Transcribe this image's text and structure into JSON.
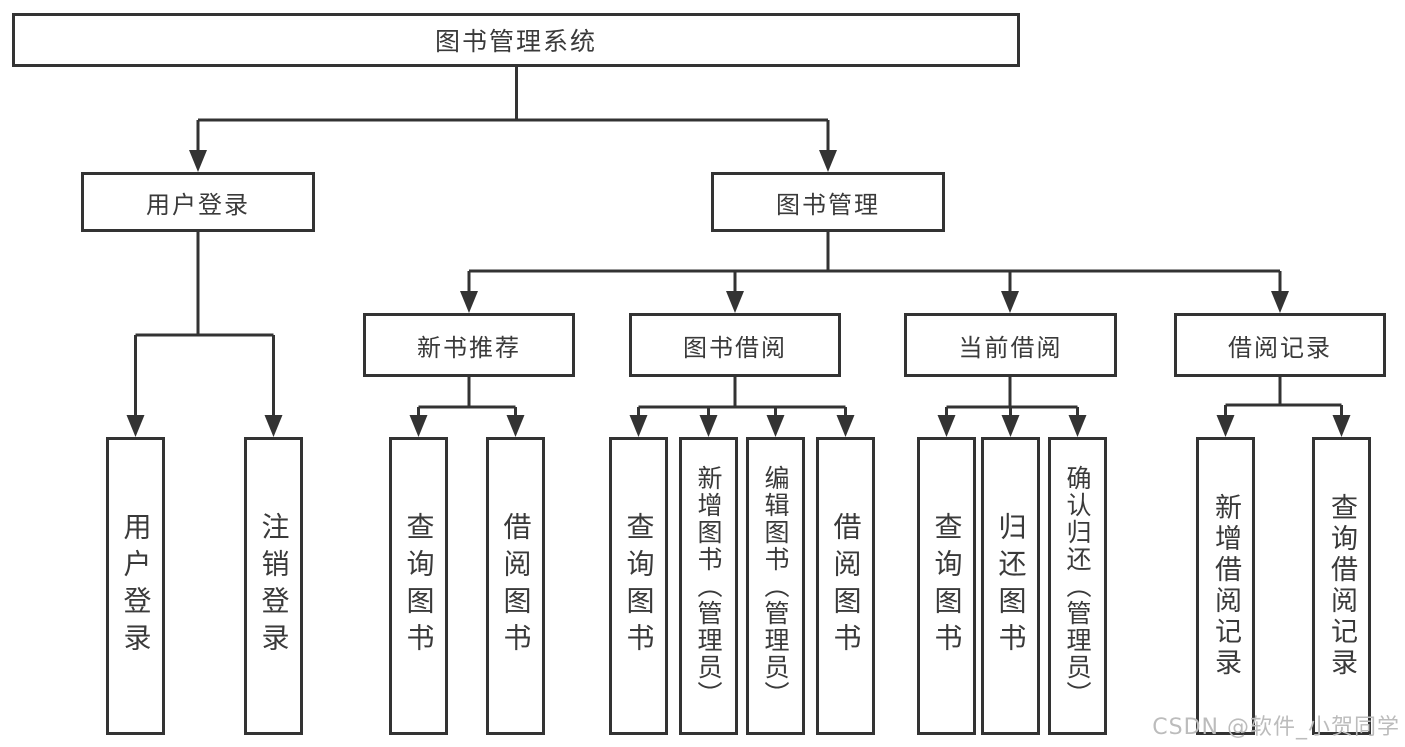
{
  "diagram": {
    "tree": {
      "label": "图书管理系统",
      "children": [
        {
          "label": "用户登录",
          "children": [
            {
              "label": "用户登录"
            },
            {
              "label": "注销登录"
            }
          ]
        },
        {
          "label": "图书管理",
          "children": [
            {
              "label": "新书推荐",
              "children": [
                {
                  "label": "查询图书"
                },
                {
                  "label": "借阅图书"
                }
              ]
            },
            {
              "label": "图书借阅",
              "children": [
                {
                  "label": "查询图书"
                },
                {
                  "label": "新增图书（管理员）"
                },
                {
                  "label": "编辑图书（管理员）"
                },
                {
                  "label": "借阅图书"
                }
              ]
            },
            {
              "label": "当前借阅",
              "children": [
                {
                  "label": "查询图书"
                },
                {
                  "label": "归还图书"
                },
                {
                  "label": "确认归还（管理员）"
                }
              ]
            },
            {
              "label": "借阅记录",
              "children": [
                {
                  "label": "新增借阅记录"
                },
                {
                  "label": "查询借阅记录"
                }
              ]
            }
          ]
        }
      ]
    }
  },
  "watermark": {
    "text": "CSDN @软件_小贺同学"
  },
  "colors": {
    "line": "#333333",
    "box_border": "#333333",
    "text": "#3a3a3a",
    "background": "#ffffff",
    "watermark": "#bcbcbc"
  }
}
